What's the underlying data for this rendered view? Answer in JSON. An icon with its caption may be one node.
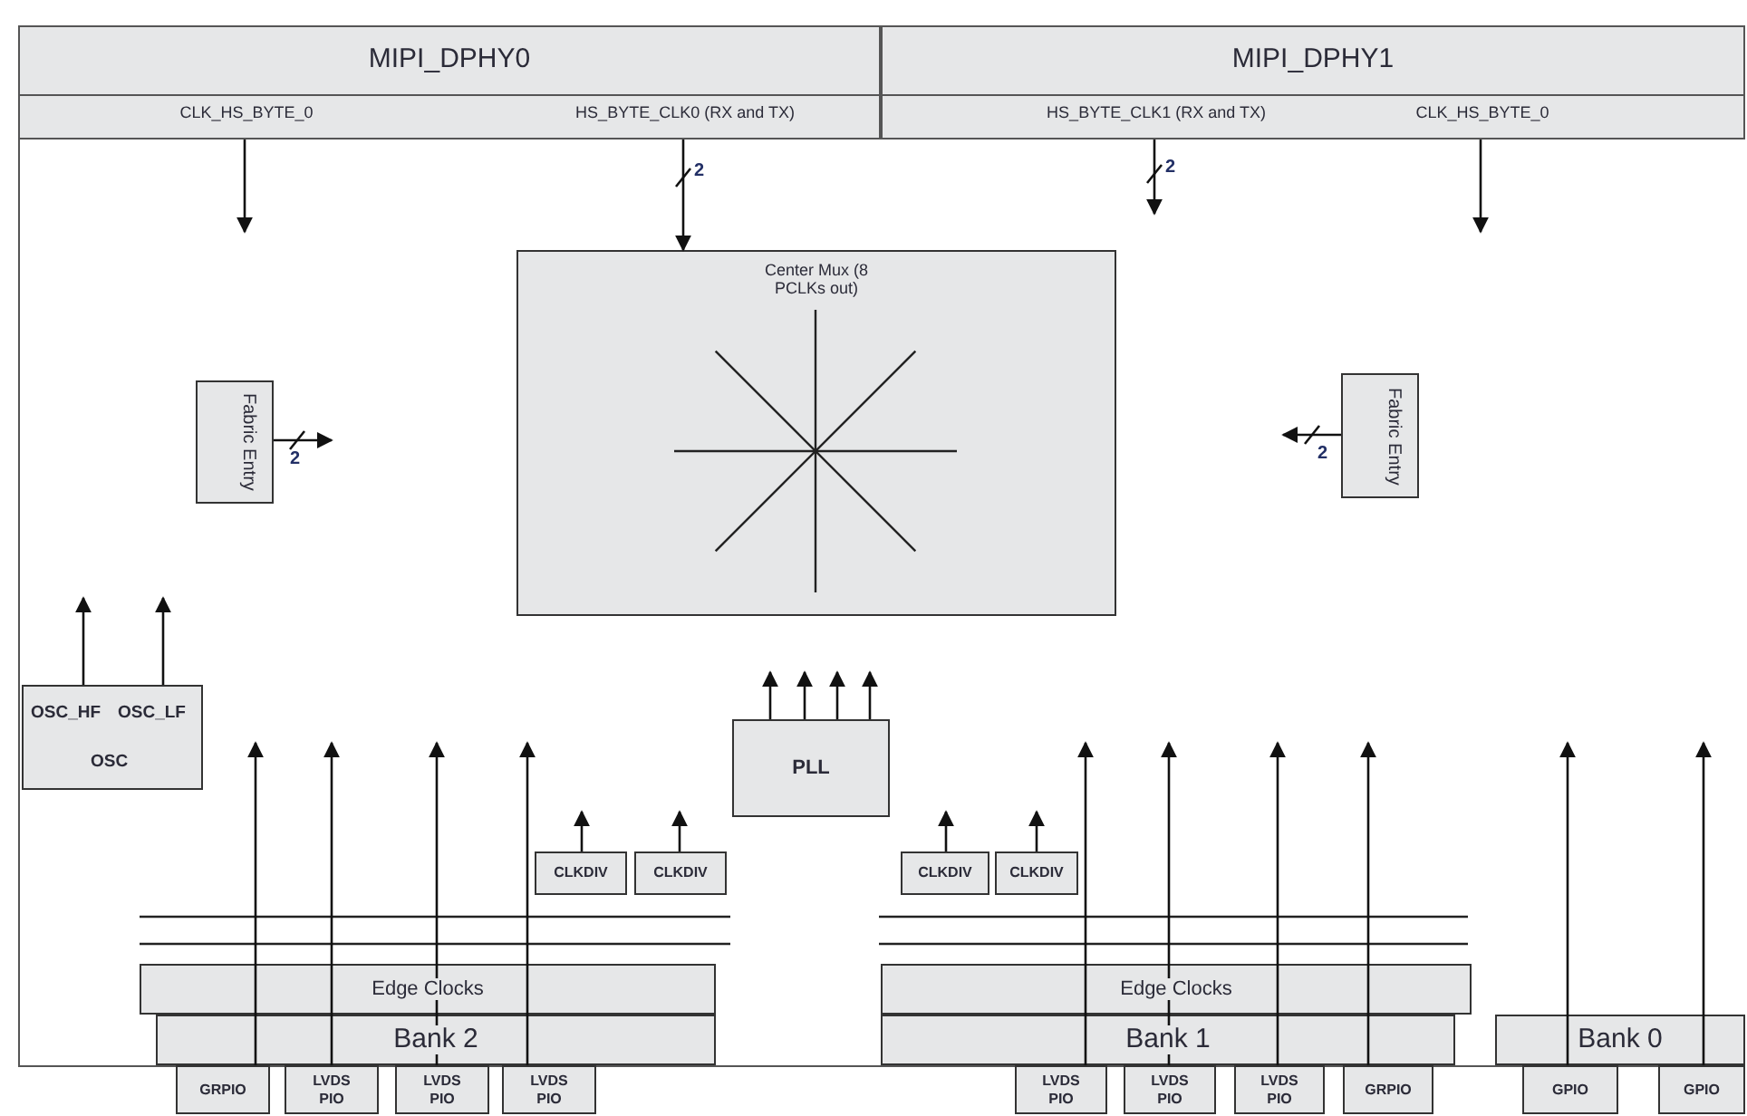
{
  "diagram": {
    "nodes": [
      {
        "text": [
          "MIPI_DPHY0",
          "CLK_HS_BYTE_0",
          "HS_BYTE_CLK0 (RX and TX)"
        ]
      },
      {
        "text": [
          "MIPI_DPHY1",
          "HS_BYTE_CLK1 (RX and TX)",
          "CLK_HS_BYTE_0"
        ]
      },
      {
        "text": [
          "Center Mux (8 PCLKs out)"
        ]
      },
      {
        "text": [
          "Fabric Entry"
        ]
      },
      {
        "text": [
          "Fabric Entry"
        ]
      },
      {
        "text": [
          "OSC_HF",
          "OSC_LF",
          "OSC"
        ]
      },
      {
        "text": [
          "PLL"
        ]
      },
      {
        "text": [
          "CLKDIV"
        ]
      },
      {
        "text": [
          "CLKDIV"
        ]
      },
      {
        "text": [
          "CLKDIV"
        ]
      },
      {
        "text": [
          "CLKDIV"
        ]
      },
      {
        "text": [
          "Edge Clocks"
        ]
      },
      {
        "text": [
          "Bank 2"
        ]
      },
      {
        "text": [
          "Edge Clocks"
        ]
      },
      {
        "text": [
          "Bank 1"
        ]
      },
      {
        "text": [
          "Bank 0"
        ]
      },
      {
        "text": [
          "GRPIO"
        ]
      },
      {
        "text": [
          "LVDS PIO"
        ]
      },
      {
        "text": [
          "LVDS PIO"
        ]
      },
      {
        "text": [
          "LVDS PIO"
        ]
      },
      {
        "text": [
          "LVDS PIO"
        ]
      },
      {
        "text": [
          "LVDS PIO"
        ]
      },
      {
        "text": [
          "LVDS PIO"
        ]
      },
      {
        "text": [
          "GRPIO"
        ]
      },
      {
        "text": [
          "GPIO"
        ]
      },
      {
        "text": [
          "GPIO"
        ]
      }
    ],
    "edges": [
      {
        "from": 0,
        "to": null,
        "arrow": "to"
      },
      {
        "from": 0,
        "to": 2,
        "arrow": "to",
        "label": "2"
      },
      {
        "from": 1,
        "to": null,
        "arrow": "to",
        "label": "2"
      },
      {
        "from": 1,
        "to": null,
        "arrow": "to"
      },
      {
        "from": 3,
        "to": null,
        "arrow": "to",
        "label": "2"
      },
      {
        "from": 4,
        "to": null,
        "arrow": "to",
        "label": "2"
      },
      {
        "from": 5,
        "to": null,
        "arrow": "to"
      },
      {
        "from": 5,
        "to": null,
        "arrow": "to"
      },
      {
        "from": 6,
        "to": null,
        "arrow": "to"
      },
      {
        "from": 6,
        "to": null,
        "arrow": "to"
      },
      {
        "from": 6,
        "to": null,
        "arrow": "to"
      },
      {
        "from": 6,
        "to": null,
        "arrow": "to"
      },
      {
        "from": 7,
        "to": null,
        "arrow": "to"
      },
      {
        "from": 8,
        "to": null,
        "arrow": "to"
      },
      {
        "from": 9,
        "to": null,
        "arrow": "to"
      },
      {
        "from": 10,
        "to": null,
        "arrow": "to"
      },
      {
        "from": 16,
        "to": null,
        "arrow": "to"
      },
      {
        "from": 17,
        "to": null,
        "arrow": "to"
      },
      {
        "from": 18,
        "to": null,
        "arrow": "to"
      },
      {
        "from": 19,
        "to": null,
        "arrow": "to"
      },
      {
        "from": 20,
        "to": null,
        "arrow": "to"
      },
      {
        "from": 21,
        "to": null,
        "arrow": "to"
      },
      {
        "from": 22,
        "to": null,
        "arrow": "to"
      },
      {
        "from": 23,
        "to": null,
        "arrow": "to"
      },
      {
        "from": 24,
        "to": null,
        "arrow": "to"
      },
      {
        "from": 25,
        "to": null,
        "arrow": "to"
      }
    ]
  }
}
